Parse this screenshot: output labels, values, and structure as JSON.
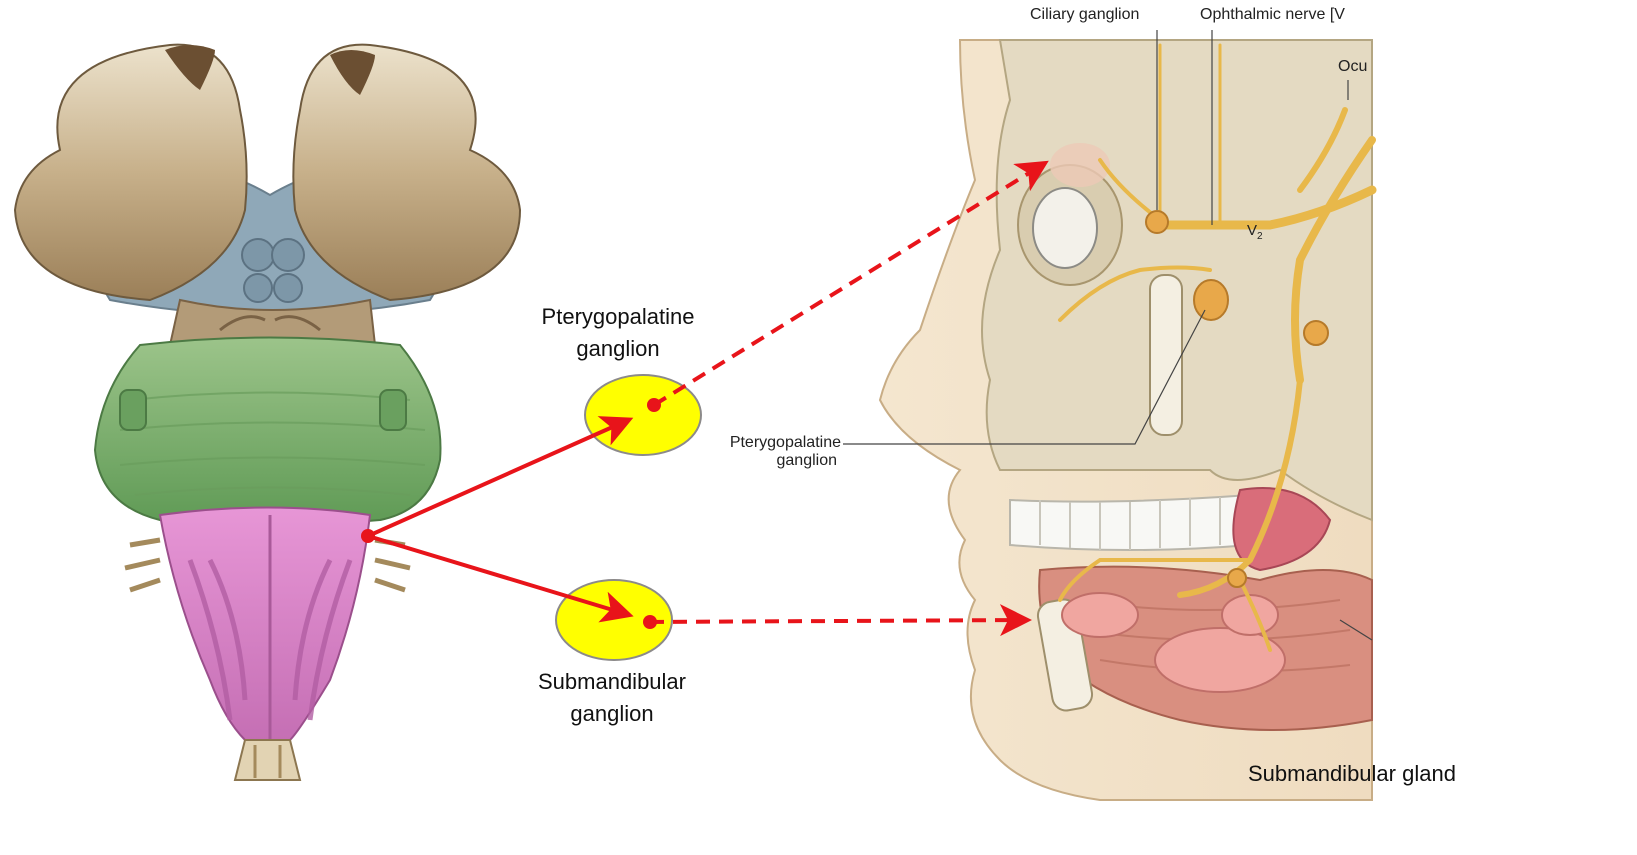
{
  "labels": {
    "pterygo_line1": "Pterygopalatine",
    "pterygo_line2": "ganglion",
    "submand_line1": "Submandibular",
    "submand_line2": "ganglion",
    "submand_gland": "Submandibular  gland",
    "skull_ciliary": "Ciliary ganglion",
    "skull_ophthalmic": "Ophthalmic nerve [V",
    "skull_ocu": "Ocu",
    "skull_pterygo_1": "Pterygopalatine",
    "skull_pterygo_2": "ganglion",
    "skull_v2": "V"
  },
  "colors": {
    "arrow": "#e8141a",
    "ganglion_fill": "#ffff00",
    "ganglion_stroke": "#8c8a8a",
    "cerebral_peduncle": "#b49a72",
    "thalamus_region": "#8fa8b8",
    "pons": "#7fb06a",
    "medulla": "#d97fc6",
    "nerve": "#e8b84a",
    "bone": "#e6dcc2",
    "muscle": "#d98f80",
    "gland": "#f0a6a0"
  }
}
